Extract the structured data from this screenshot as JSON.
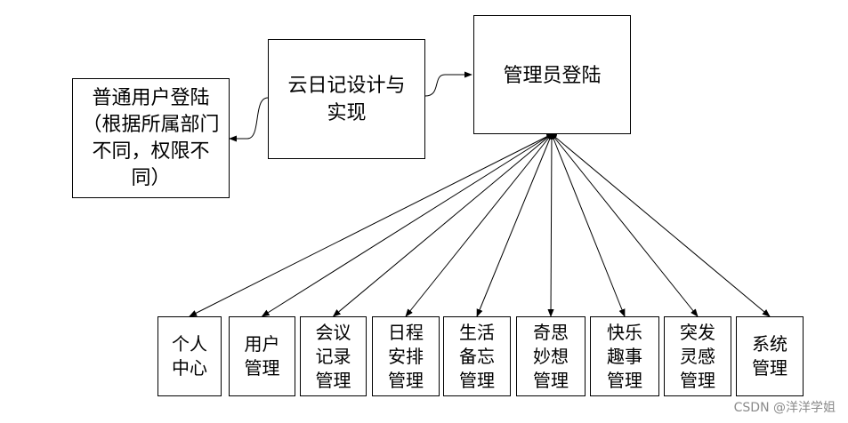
{
  "diagram": {
    "root": "云日记设计与实现",
    "admin": "管理员登陆",
    "user": "普通用户登陆（根据所属部门不同，权限不同）",
    "modules": [
      "个人中心",
      "用户管理",
      "会议记录管理",
      "日程安排管理",
      "生活备忘管理",
      "奇思妙想管理",
      "快乐趣事管理",
      "突发灵感管理",
      "系统管理"
    ]
  },
  "watermark": "CSDN @洋洋学姐"
}
